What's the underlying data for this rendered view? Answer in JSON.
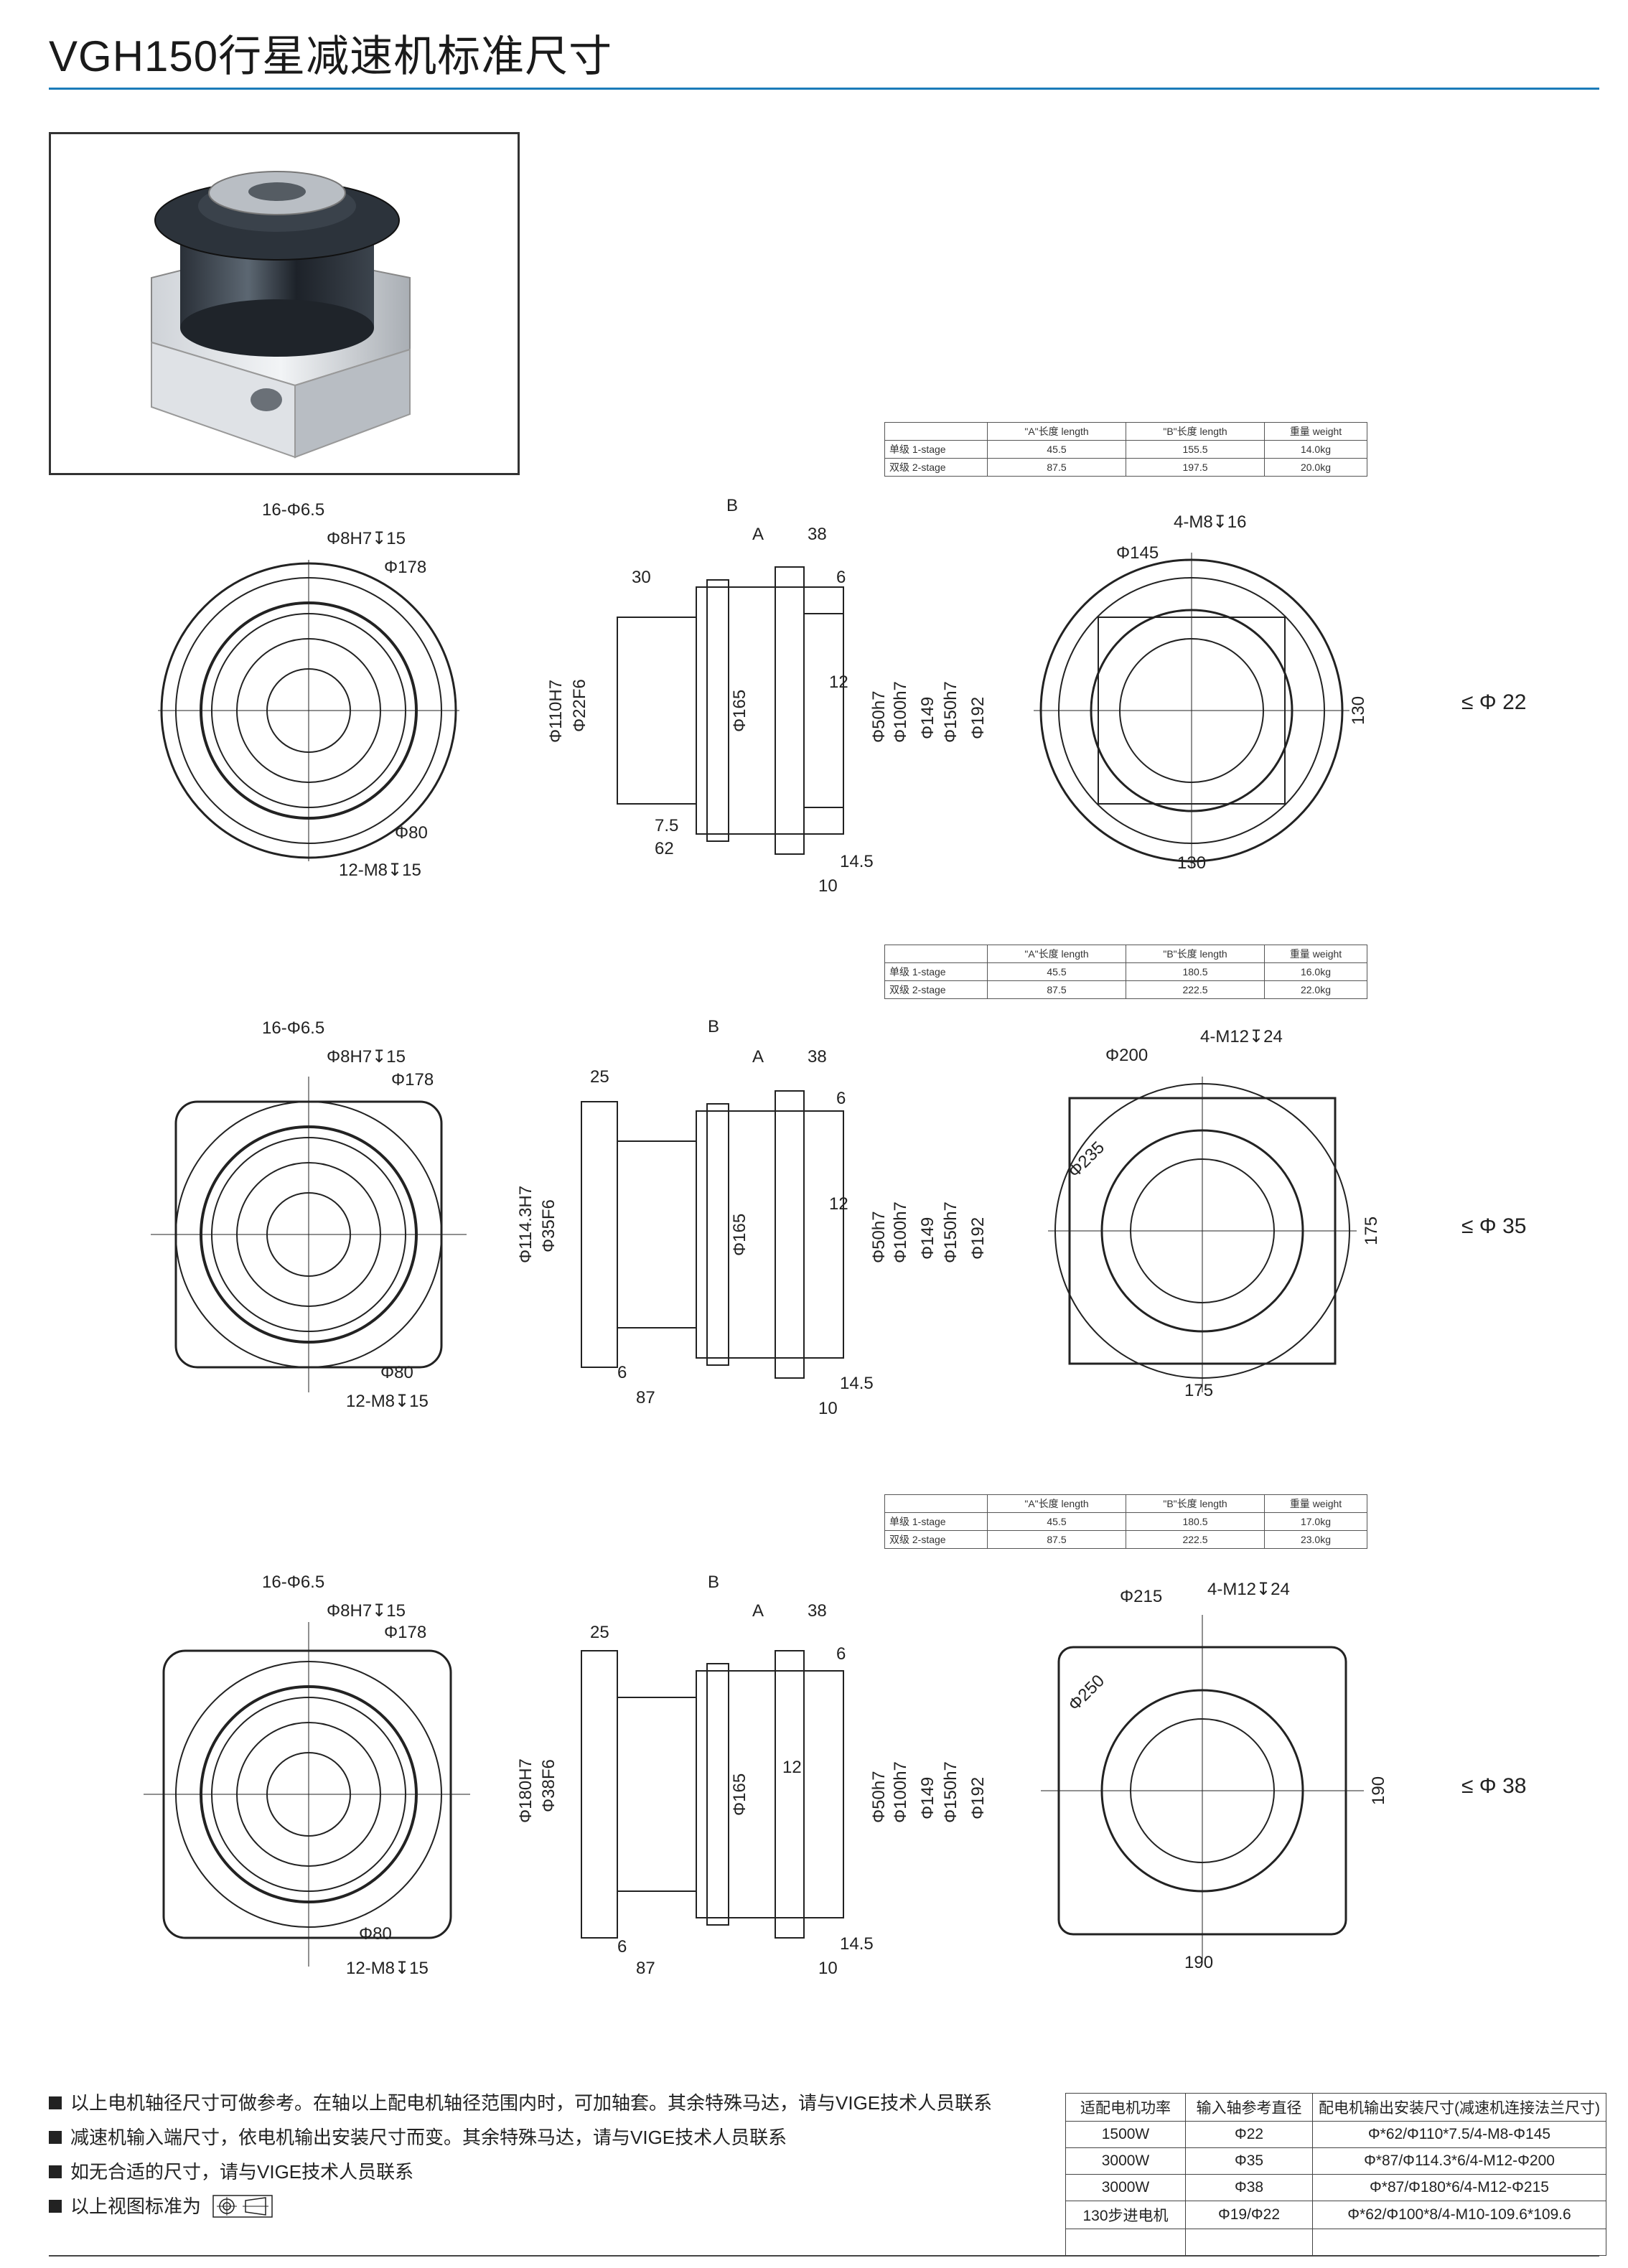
{
  "title": "VGH150行星减速机标准尺寸",
  "colors": {
    "accent": "#1b7bb9"
  },
  "spec_tables": [
    {
      "headers": [
        "",
        "\"A\"长度 length",
        "\"B\"长度  length",
        "重量 weight"
      ],
      "rows": [
        [
          "单级 1-stage",
          "45.5",
          "155.5",
          "14.0kg"
        ],
        [
          "双级 2-stage",
          "87.5",
          "197.5",
          "20.0kg"
        ]
      ]
    },
    {
      "headers": [
        "",
        "\"A\"长度 length",
        "\"B\"长度  length",
        "重量 weight"
      ],
      "rows": [
        [
          "单级 1-stage",
          "45.5",
          "180.5",
          "16.0kg"
        ],
        [
          "双级 2-stage",
          "87.5",
          "222.5",
          "22.0kg"
        ]
      ]
    },
    {
      "headers": [
        "",
        "\"A\"长度 length",
        "\"B\"长度  length",
        "重量 weight"
      ],
      "rows": [
        [
          "单级 1-stage",
          "45.5",
          "180.5",
          "17.0kg"
        ],
        [
          "双级 2-stage",
          "87.5",
          "222.5",
          "23.0kg"
        ]
      ]
    }
  ],
  "front_view_labels": {
    "holes_outer": "16-Φ6.5",
    "pin": "Φ8H7↧15",
    "pcd": "Φ178",
    "inner": "Φ80",
    "thread": "12-M8↧15"
  },
  "side_view_labels": {
    "B": "B",
    "A": "A",
    "d38": "38",
    "d6": "6",
    "d12": "12",
    "d14_5": "14.5",
    "d10": "10",
    "phi165": "Φ165",
    "phi50": "Φ50h7",
    "phi100": "Φ100h7",
    "phi149": "Φ149",
    "phi150": "Φ150h7",
    "phi192": "Φ192"
  },
  "views": [
    {
      "side_left_top": "30",
      "side_bottom_a": "7.5",
      "side_bottom_b": "62",
      "side_phi_outer": "Φ110H7",
      "side_phi_inner": "Φ22F6",
      "rear_thread": "4-M8↧16",
      "rear_pcd": "Φ145",
      "rear_pcd2": "",
      "rear_height": "130",
      "rear_width": "130",
      "shaft": "≤ Φ 22"
    },
    {
      "side_left_top": "25",
      "side_bottom_a": "6",
      "side_bottom_b": "87",
      "side_phi_outer": "Φ114.3H7",
      "side_phi_inner": "Φ35F6",
      "rear_thread": "4-M12↧24",
      "rear_pcd": "Φ200",
      "rear_pcd2": "Φ235",
      "rear_height": "175",
      "rear_width": "175",
      "shaft": "≤ Φ 35"
    },
    {
      "side_left_top": "25",
      "side_bottom_a": "6",
      "side_bottom_b": "87",
      "side_phi_outer": "Φ180H7",
      "side_phi_inner": "Φ38F6",
      "rear_thread": "4-M12↧24",
      "rear_pcd": "Φ215",
      "rear_pcd2": "Φ250",
      "rear_height": "190",
      "rear_width": "190",
      "shaft": "≤ Φ 38"
    }
  ],
  "notes": [
    "以上电机轴径尺寸可做参考。在轴以上配电机轴径范围内时，可加轴套。其余特殊马达，请与VIGE技术人员联系",
    "减速机输入端尺寸，依电机输出安装尺寸而变。其余特殊马达，请与VIGE技术人员联系",
    "如无合适的尺寸，请与VIGE技术人员联系",
    "以上视图标准为"
  ],
  "motor_table": {
    "headers": [
      "适配电机功率",
      "输入轴参考直径",
      "配电机输出安装尺寸(减速机连接法兰尺寸)"
    ],
    "rows": [
      [
        "1500W",
        "Φ22",
        "Φ*62/Φ110*7.5/4-M8-Φ145"
      ],
      [
        "3000W",
        "Φ35",
        "Φ*87/Φ114.3*6/4-M12-Φ200"
      ],
      [
        "3000W",
        "Φ38",
        "Φ*87/Φ180*6/4-M12-Φ215"
      ],
      [
        "130步进电机",
        "Φ19/Φ22",
        "Φ*62/Φ100*8/4-M10-109.6*109.6"
      ],
      [
        "",
        "",
        ""
      ]
    ]
  }
}
